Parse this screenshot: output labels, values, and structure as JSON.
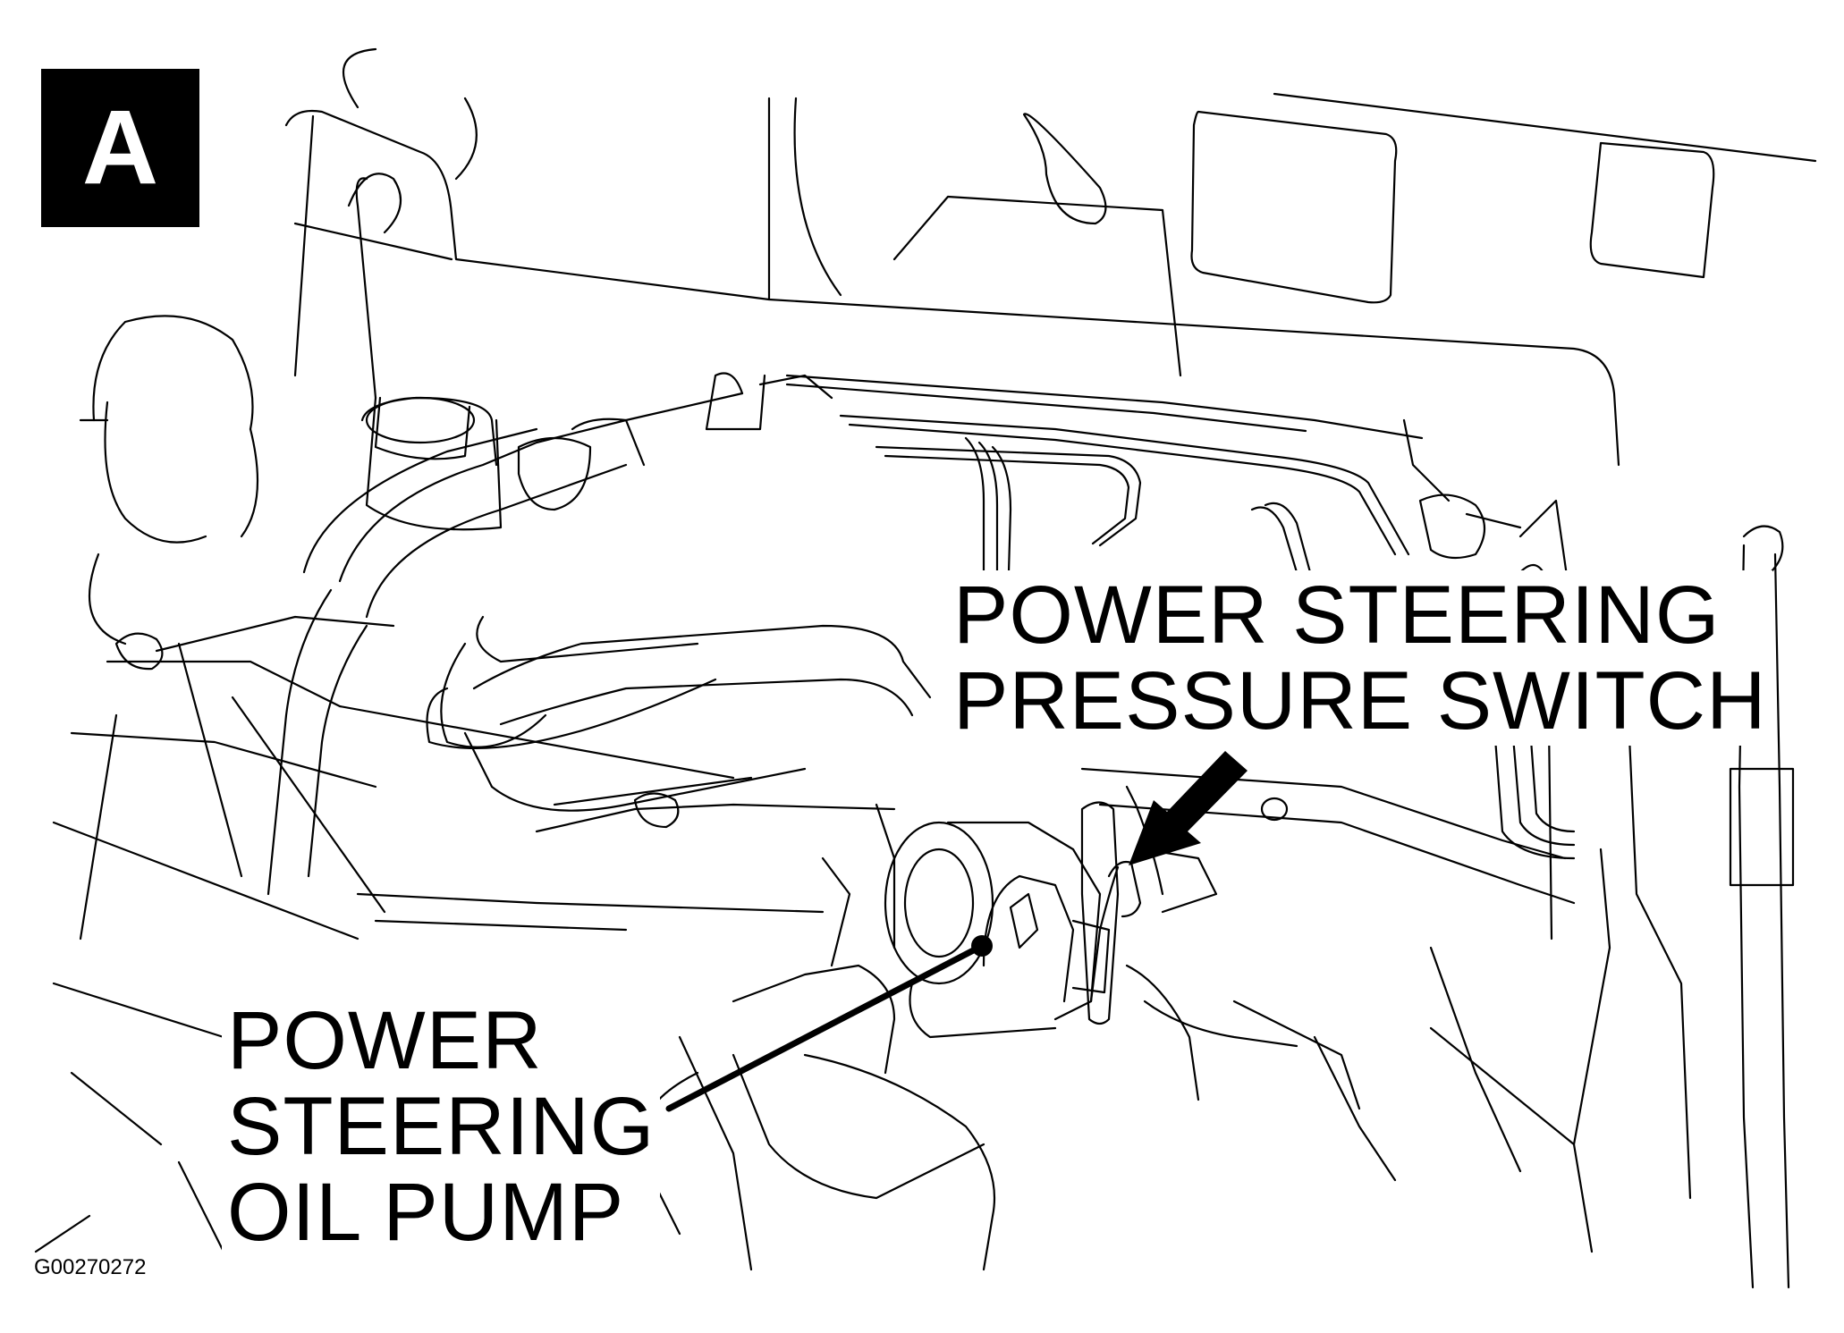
{
  "badge": {
    "label": "A"
  },
  "callouts": {
    "pressure_switch": {
      "line1": "POWER STEERING",
      "line2": "PRESSURE SWITCH"
    },
    "oil_pump": {
      "line1": "POWER",
      "line2": "STEERING",
      "line3": "OIL PUMP"
    }
  },
  "figure_id": "G00270272",
  "colors": {
    "ink": "#000000",
    "background": "#ffffff"
  }
}
